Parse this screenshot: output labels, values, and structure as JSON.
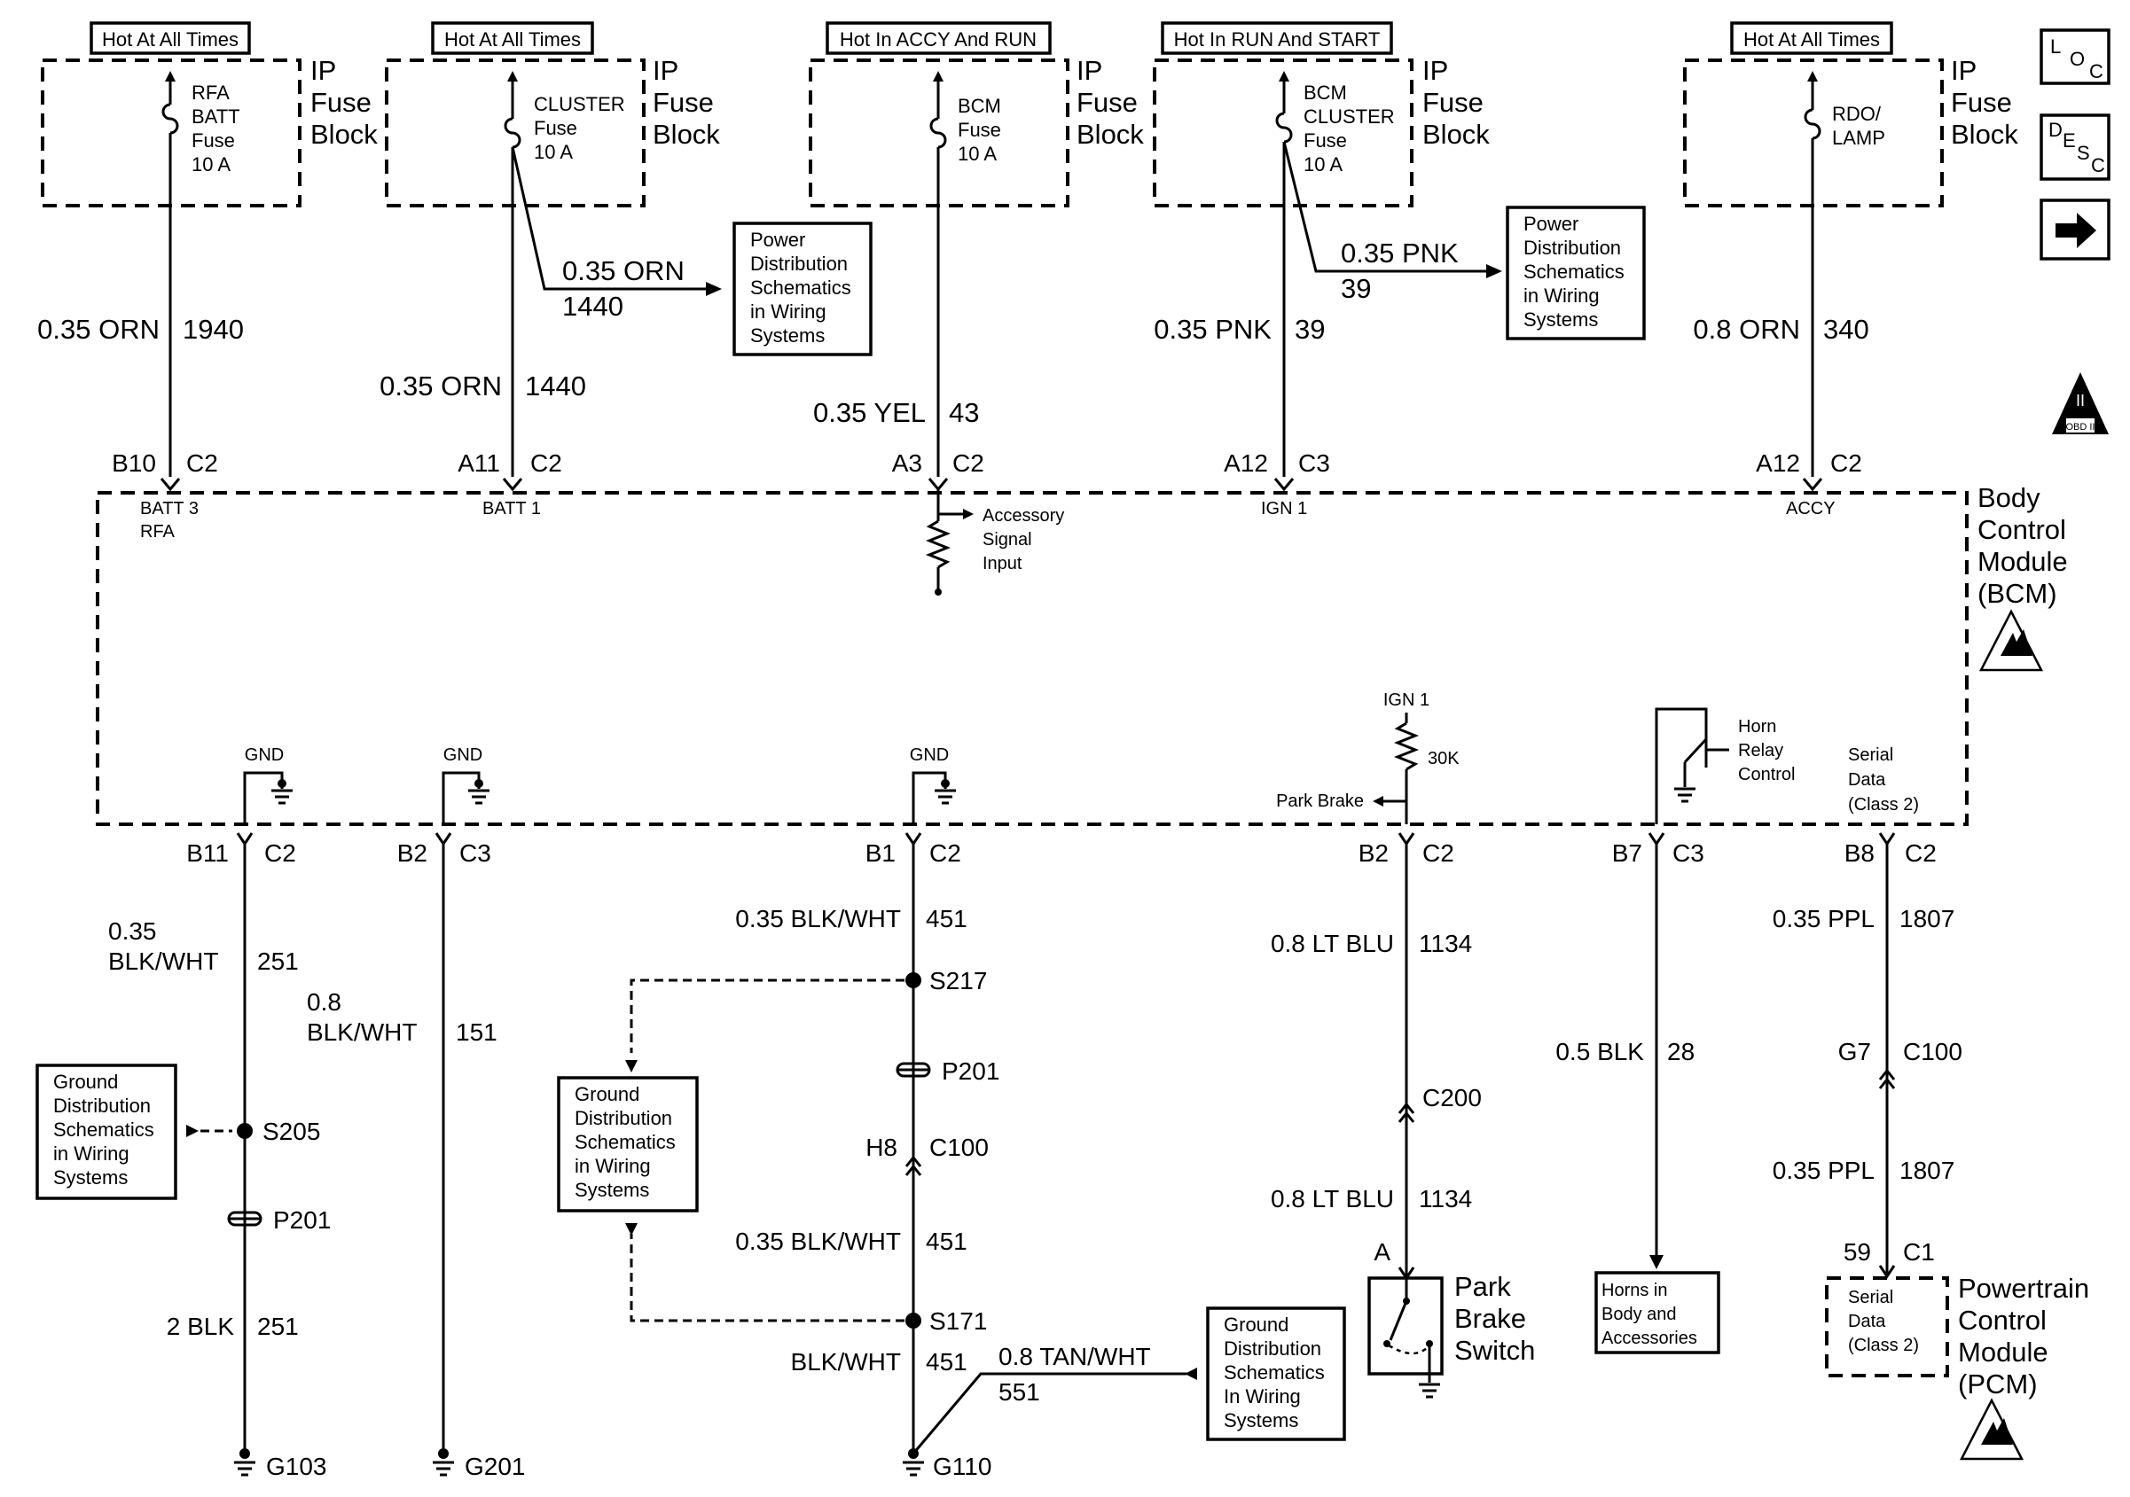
{
  "power_sources": {
    "s1": "Hot At All Times",
    "s2": "Hot At All Times",
    "s3": "Hot In ACCY And RUN",
    "s4": "Hot In RUN And START",
    "s5": "Hot At All Times"
  },
  "fuse_block": {
    "l1": "IP",
    "l2": "Fuse",
    "l3": "Block"
  },
  "fuses": {
    "f1": [
      "RFA",
      "BATT",
      "Fuse",
      "10 A"
    ],
    "f2": [
      "CLUSTER",
      "Fuse",
      "10 A"
    ],
    "f3": [
      "BCM",
      "Fuse",
      "10 A"
    ],
    "f4": [
      "BCM",
      "CLUSTER",
      "Fuse",
      "10 A"
    ],
    "f5": [
      "RDO/",
      "LAMP"
    ]
  },
  "wires_top": {
    "w1": {
      "gauge": "0.35 ORN",
      "circuit": "1940"
    },
    "w2": {
      "gauge": "0.35 ORN",
      "circuit": "1440"
    },
    "w2b": {
      "gauge": "0.35 ORN",
      "circuit": "1440"
    },
    "w3": {
      "gauge": "0.35 YEL",
      "circuit": "43"
    },
    "w4": {
      "gauge": "0.35 PNK",
      "circuit": "39"
    },
    "w4b": {
      "gauge": "0.35 PNK",
      "circuit": "39"
    },
    "w5": {
      "gauge": "0.8 ORN",
      "circuit": "340"
    }
  },
  "ref_boxes": {
    "power1": [
      "Power",
      "Distribution",
      "Schematics",
      "in Wiring",
      "Systems"
    ],
    "power2": [
      "Power",
      "Distribution",
      "Schematics",
      "in Wiring",
      "Systems"
    ],
    "ground1": [
      "Ground",
      "Distribution",
      "Schematics",
      "in Wiring",
      "Systems"
    ],
    "ground2": [
      "Ground",
      "Distribution",
      "Schematics",
      "in Wiring",
      "Systems"
    ],
    "ground3": [
      "Ground",
      "Distribution",
      "Schematics",
      "In Wiring",
      "Systems"
    ],
    "horns": [
      "Horns in",
      "Body and",
      "Accessories"
    ]
  },
  "bcm_pins_top": {
    "p1": {
      "pin": "B10",
      "conn": "C2",
      "label": [
        "BATT 3",
        "RFA"
      ]
    },
    "p2": {
      "pin": "A11",
      "conn": "C2",
      "label": [
        "BATT 1"
      ]
    },
    "p3": {
      "pin": "A3",
      "conn": "C2",
      "label": [
        "Accessory",
        "Signal",
        "Input"
      ]
    },
    "p4": {
      "pin": "A12",
      "conn": "C3",
      "label": [
        "IGN 1"
      ]
    },
    "p5": {
      "pin": "A12",
      "conn": "C2",
      "label": [
        "ACCY"
      ]
    }
  },
  "bcm": {
    "name": [
      "Body",
      "Control",
      "Module",
      "(BCM)"
    ]
  },
  "bcm_internal": {
    "gnd": "GND",
    "ign1": "IGN 1",
    "res": "30K",
    "park_brake": "Park Brake",
    "horn": [
      "Horn",
      "Relay",
      "Control"
    ],
    "serial": [
      "Serial",
      "Data",
      "(Class 2)"
    ]
  },
  "bcm_pins_bottom": {
    "b1": {
      "pin": "B11",
      "conn": "C2"
    },
    "b2": {
      "pin": "B2",
      "conn": "C3"
    },
    "b3": {
      "pin": "B1",
      "conn": "C2"
    },
    "b4": {
      "pin": "B2",
      "conn": "C2"
    },
    "b5": {
      "pin": "B7",
      "conn": "C3"
    },
    "b6": {
      "pin": "B8",
      "conn": "C2"
    }
  },
  "lower_circuits": {
    "c1_gauge_a": "0.35",
    "c1_gauge_b": "BLK/WHT",
    "c1_circuit": "251",
    "c1_splice": "S205",
    "c1_pass": "P201",
    "c1_gauge2": "2 BLK",
    "c1_circuit2": "251",
    "c1_ground": "G103",
    "c2_gauge_a": "0.8",
    "c2_gauge_b": "BLK/WHT",
    "c2_circuit": "151",
    "c2_ground": "G201",
    "c3_gauge": "0.35 BLK/WHT",
    "c3_circuit": "451",
    "c3_splice1": "S217",
    "c3_pass": "P201",
    "c3_conn_pin": "H8",
    "c3_conn": "C100",
    "c3_gauge2": "0.35 BLK/WHT",
    "c3_circuit2": "451",
    "c3_splice2": "S171",
    "c3_gauge3": "BLK/WHT",
    "c3_circuit3": "451",
    "c3_side_gauge": "0.8 TAN/WHT",
    "c3_side_circuit": "551",
    "c3_ground": "G110",
    "c4_gauge": "0.8 LT BLU",
    "c4_circuit": "1134",
    "c4_conn": "C200",
    "c4_gauge2": "0.8 LT BLU",
    "c4_circuit2": "1134",
    "c4_pin": "A",
    "c4_switch": [
      "Park",
      "Brake",
      "Switch"
    ],
    "c5_gauge": "0.5 BLK",
    "c5_circuit": "28",
    "c6_gauge": "0.35 PPL",
    "c6_circuit": "1807",
    "c6_conn_pin": "G7",
    "c6_conn": "C100",
    "c6_gauge2": "0.35 PPL",
    "c6_circuit2": "1807",
    "c6_pcm_pin": "59",
    "c6_pcm_conn": "C1"
  },
  "pcm": {
    "inner": [
      "Serial",
      "Data",
      "(Class 2)"
    ],
    "name": [
      "Powertrain",
      "Control",
      "Module",
      "(PCM)"
    ]
  },
  "side_icons": {
    "loc": [
      "L",
      "O",
      "C"
    ],
    "desc": [
      "D",
      "E",
      "S",
      "C"
    ],
    "obd": [
      "II",
      "OBD II"
    ]
  }
}
